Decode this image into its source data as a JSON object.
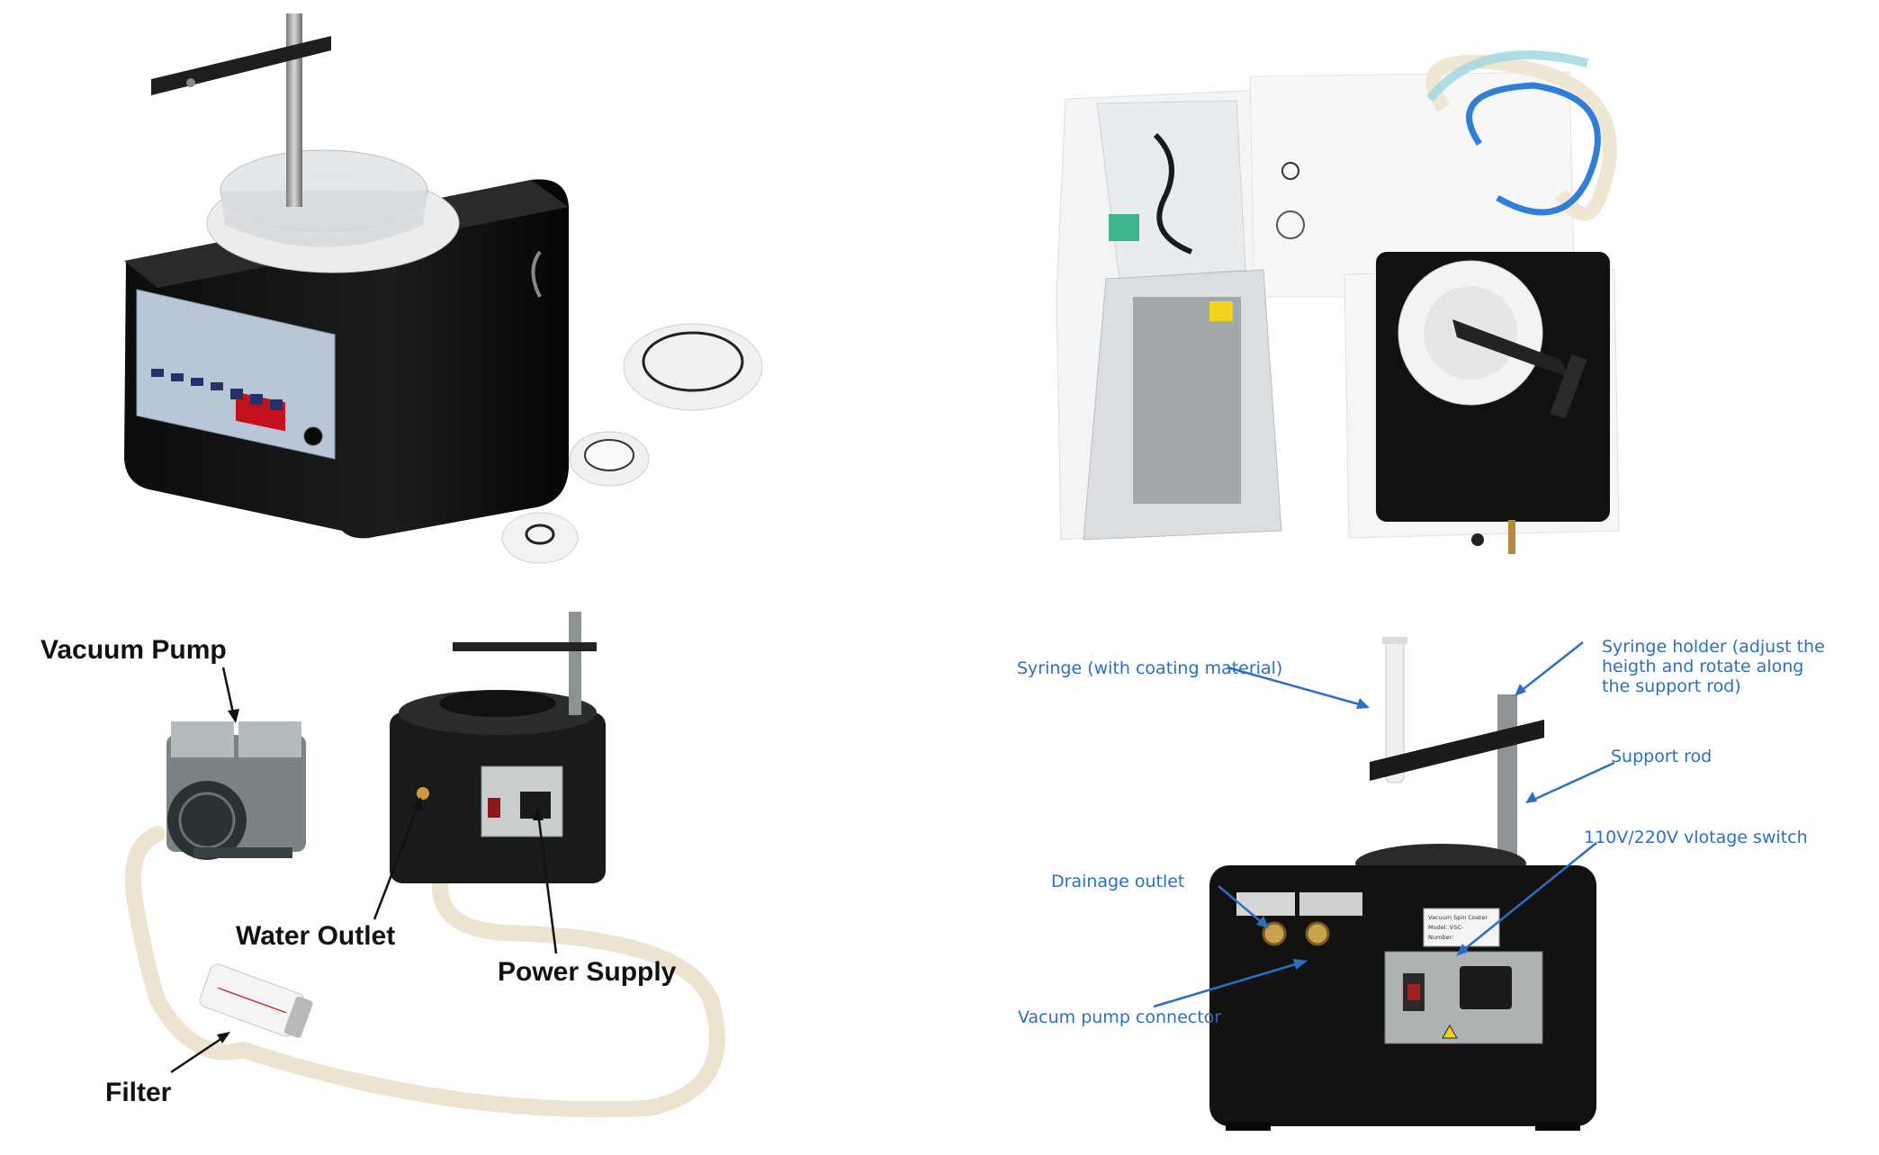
{
  "colors": {
    "annotation_blue": "#2a6fc4",
    "device_body": "#141414",
    "panel_blue": "#b8c6d8",
    "tubing_cream": "#ece4d0"
  },
  "panels": {
    "top_left": {},
    "top_right": {},
    "bottom_left": {
      "labels": {
        "vacuum_pump": "Vacuum Pump",
        "water_outlet": "Water Outlet",
        "power_supply": "Power Supply",
        "filter": "Filter"
      }
    },
    "bottom_right": {
      "labels": {
        "syringe": "Syringe (with coating material)",
        "syringe_holder": [
          "Syringe holder (adjust the",
          "heigth and rotate along",
          "the support rod)"
        ],
        "support_rod": "Support rod",
        "voltage_switch": "110V/220V vlotage switch",
        "drainage_outlet": "Drainage outlet",
        "vacuum_pump_connector": "Vacum pump connector"
      },
      "nameplate": {
        "line1": "Vacuum Spin Coater",
        "line2": "Model: VSC-",
        "line3": "Number:"
      }
    }
  }
}
